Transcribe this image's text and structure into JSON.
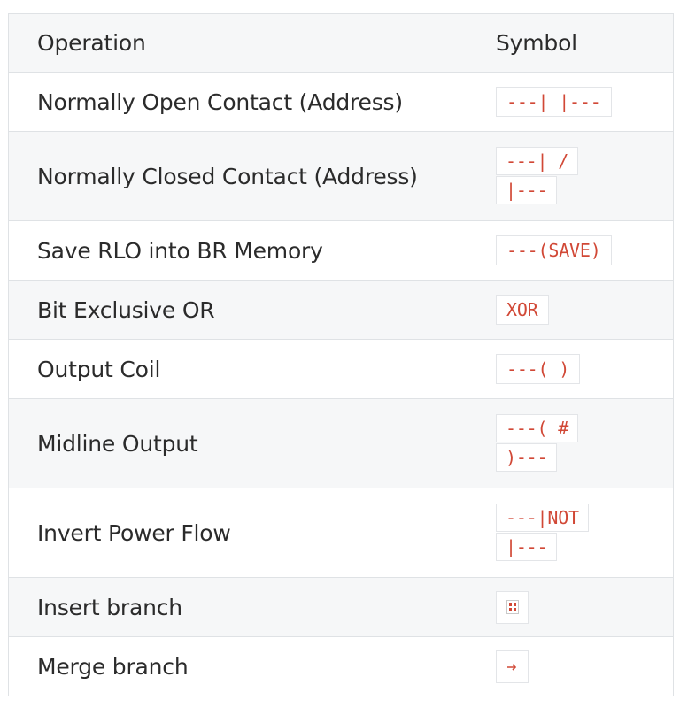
{
  "table": {
    "headers": [
      "Operation",
      "Symbol"
    ],
    "rows": [
      {
        "operation": "Normally Open Contact (Address)",
        "symbol": "---| |---"
      },
      {
        "operation": "Normally Closed Contact (Address)",
        "symbol": "---| / |---"
      },
      {
        "operation": "Save RLO into BR Memory",
        "symbol": "---(SAVE)"
      },
      {
        "operation": "Bit Exclusive OR",
        "symbol": "XOR"
      },
      {
        "operation": "Output Coil",
        "symbol": "---( )"
      },
      {
        "operation": "Midline Output",
        "symbol": "---( # )---"
      },
      {
        "operation": "Invert Power Flow",
        "symbol": "---|NOT|---"
      },
      {
        "operation": "Insert branch",
        "symbol_icon": "insert-branch-icon"
      },
      {
        "operation": "Merge branch",
        "symbol_icon": "merge-branch-icon"
      }
    ]
  },
  "colors": {
    "code_text": "#d14836",
    "cell_border": "#dfe2e5",
    "stripe": "#f6f7f8",
    "text": "#2b2b2b"
  }
}
